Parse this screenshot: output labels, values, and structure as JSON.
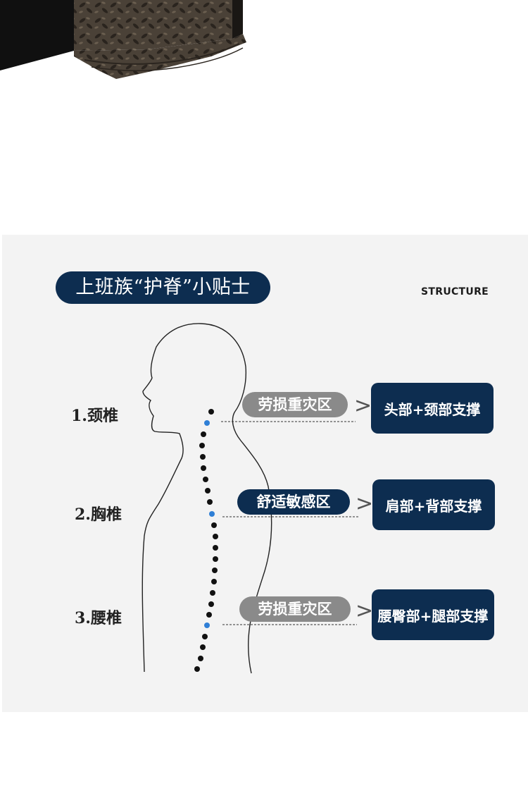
{
  "header_photo": {
    "description_icon": "sofa-fabric-photo"
  },
  "title": "上班族“护脊”小贴士",
  "brand_tag": "STRUCTURE",
  "segments": [
    {
      "label": "1.颈椎",
      "zone": "劳损重灾区",
      "arrow": ">",
      "support": "头部+颈部支撑"
    },
    {
      "label": "2.胸椎",
      "zone": "舒适敏感区",
      "arrow": ">",
      "support": "肩部+背部支撑"
    },
    {
      "label": "3.腰椎",
      "zone": "劳损重灾区",
      "arrow": ">",
      "support": "腰臀部+腿部支撑"
    }
  ],
  "colors": {
    "navy": "#0d2d50",
    "grey_pill": "#8a8a8a",
    "panel_bg": "#f3f3f3",
    "highlight_dot": "#2f7fd6",
    "dot": "#111111"
  }
}
